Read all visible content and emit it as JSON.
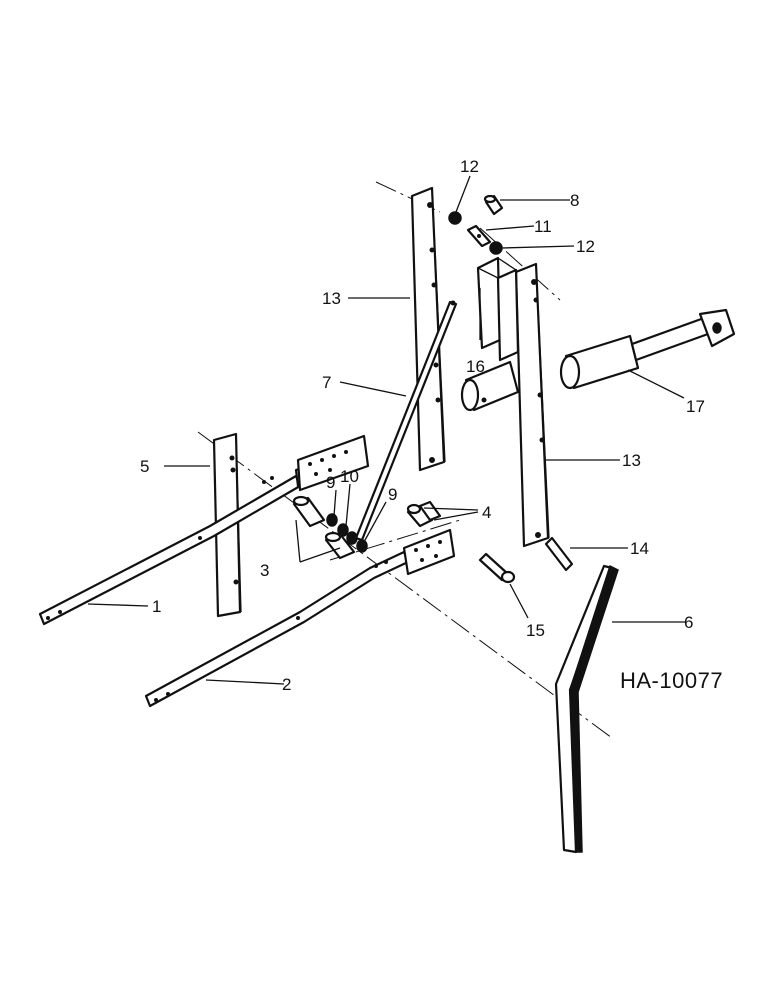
{
  "figure_code": "HA-10077",
  "callouts": {
    "c1": "1",
    "c2": "2",
    "c3": "3",
    "c4": "4",
    "c5": "5",
    "c6": "6",
    "c7": "7",
    "c8": "8",
    "c9a": "9",
    "c9b": "9",
    "c10": "10",
    "c11": "11",
    "c12a": "12",
    "c12b": "12",
    "c13a": "13",
    "c13b": "13",
    "c14": "14",
    "c15": "15",
    "c16": "16",
    "c17": "17"
  }
}
